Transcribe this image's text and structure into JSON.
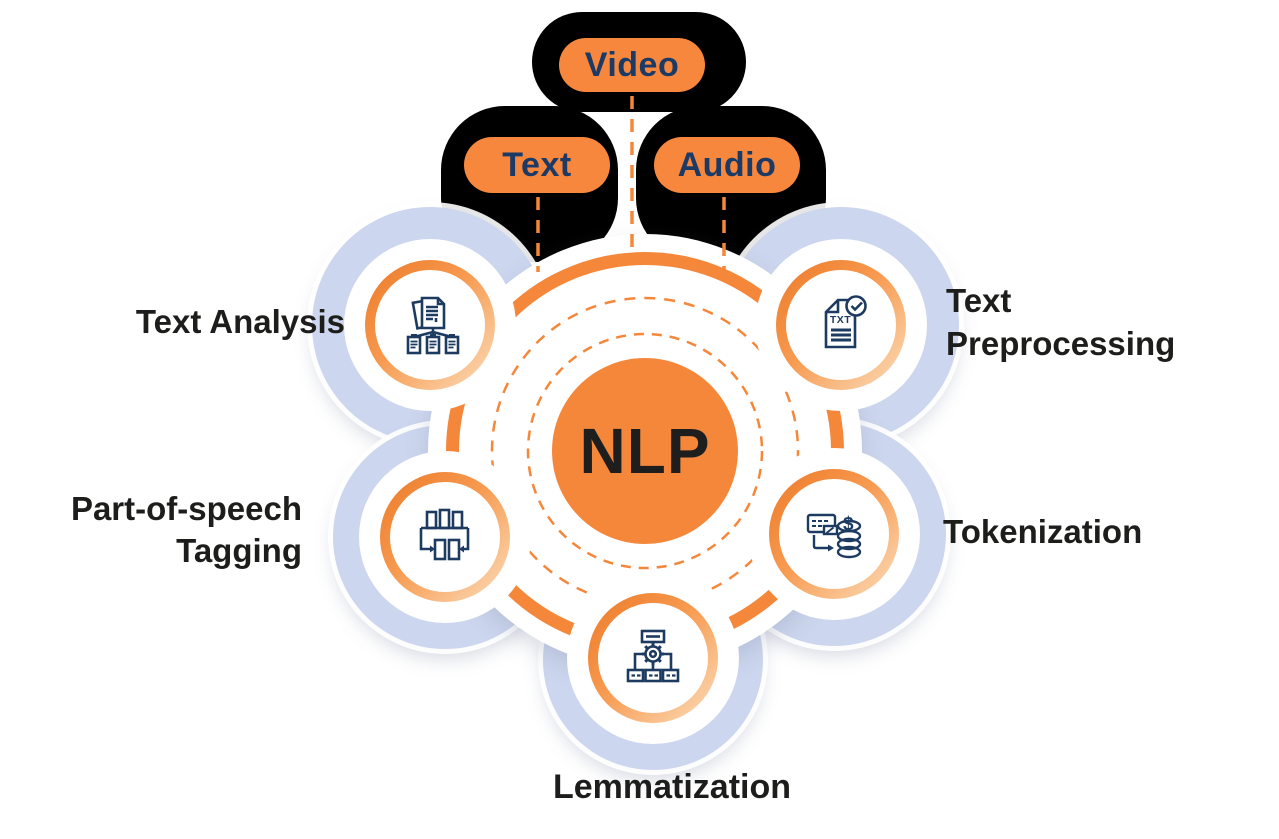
{
  "center": {
    "label": "NLP"
  },
  "inputs": [
    {
      "label": "Video"
    },
    {
      "label": "Text"
    },
    {
      "label": "Audio"
    }
  ],
  "satellites": [
    {
      "name": "text-analysis",
      "label_lines": [
        "Text Analysis"
      ],
      "icon": "documents-tree-icon"
    },
    {
      "name": "text-preprocessing",
      "label_lines": [
        "Text",
        "Preprocessing"
      ],
      "icon": "txt-document-check-icon",
      "icon_text": "TXT"
    },
    {
      "name": "part-of-speech-tagging",
      "label_lines": [
        "Part-of-speech",
        "Tagging"
      ],
      "icon": "token-blocks-icon"
    },
    {
      "name": "tokenization",
      "label_lines": [
        "Tokenization"
      ],
      "icon": "card-to-coins-icon"
    },
    {
      "name": "lemmatization",
      "label_lines": [
        "Lemmatization"
      ],
      "icon": "hierarchy-gear-icon"
    }
  ],
  "colors": {
    "orange": "#F5873B",
    "pill_orange": "#F7873C",
    "pill_text_navy": "#1B3A66",
    "icon_navy": "#1D3A60",
    "blob_periwinkle": "#CCD6EE",
    "label_black": "#1D1D1B",
    "sticker_shadow": "#000000",
    "ring_gradient_start": "#EE7F2F",
    "ring_gradient_end": "#FBD4AC"
  }
}
